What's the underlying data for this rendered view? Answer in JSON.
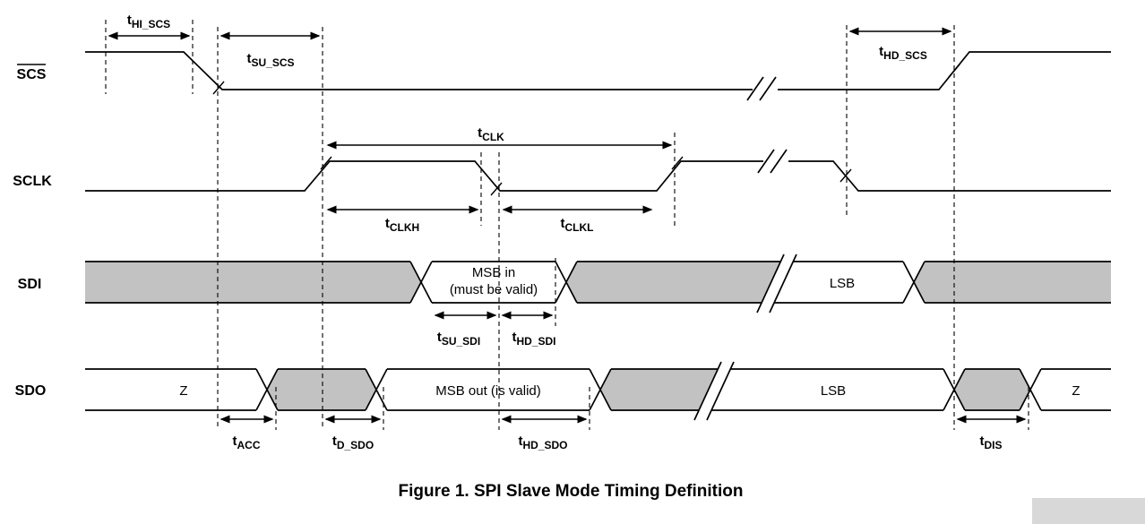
{
  "figure": {
    "caption": "Figure 1.  SPI Slave Mode Timing Definition"
  },
  "signals": {
    "scs": "SCS",
    "sclk": "SCLK",
    "sdi": "SDI",
    "sdo": "SDO"
  },
  "timing_labels": {
    "hi_scs": {
      "base": "t",
      "sub": "HI_SCS"
    },
    "su_scs": {
      "base": "t",
      "sub": "SU_SCS"
    },
    "hd_scs": {
      "base": "t",
      "sub": "HD_SCS"
    },
    "clk": {
      "base": "t",
      "sub": "CLK"
    },
    "clkh": {
      "base": "t",
      "sub": "CLKH"
    },
    "clkl": {
      "base": "t",
      "sub": "CLKL"
    },
    "su_sdi": {
      "base": "t",
      "sub": "SU_SDI"
    },
    "hd_sdi": {
      "base": "t",
      "sub": "HD_SDI"
    },
    "acc": {
      "base": "t",
      "sub": "ACC"
    },
    "d_sdo": {
      "base": "t",
      "sub": "D_SDO"
    },
    "hd_sdo": {
      "base": "t",
      "sub": "HD_SDO"
    },
    "dis": {
      "base": "t",
      "sub": "DIS"
    }
  },
  "bus_labels": {
    "sdi_msb_line1": "MSB in",
    "sdi_msb_line2": "(must be valid)",
    "sdi_lsb": "LSB",
    "sdo_z_left": "Z",
    "sdo_msb_out": "MSB out  (is valid)",
    "sdo_lsb": "LSB",
    "sdo_z_right": "Z"
  },
  "colors": {
    "dont_care_fill": "#c2c2c2",
    "line": "#000000",
    "corner_artifact": "#d8d8d8"
  }
}
